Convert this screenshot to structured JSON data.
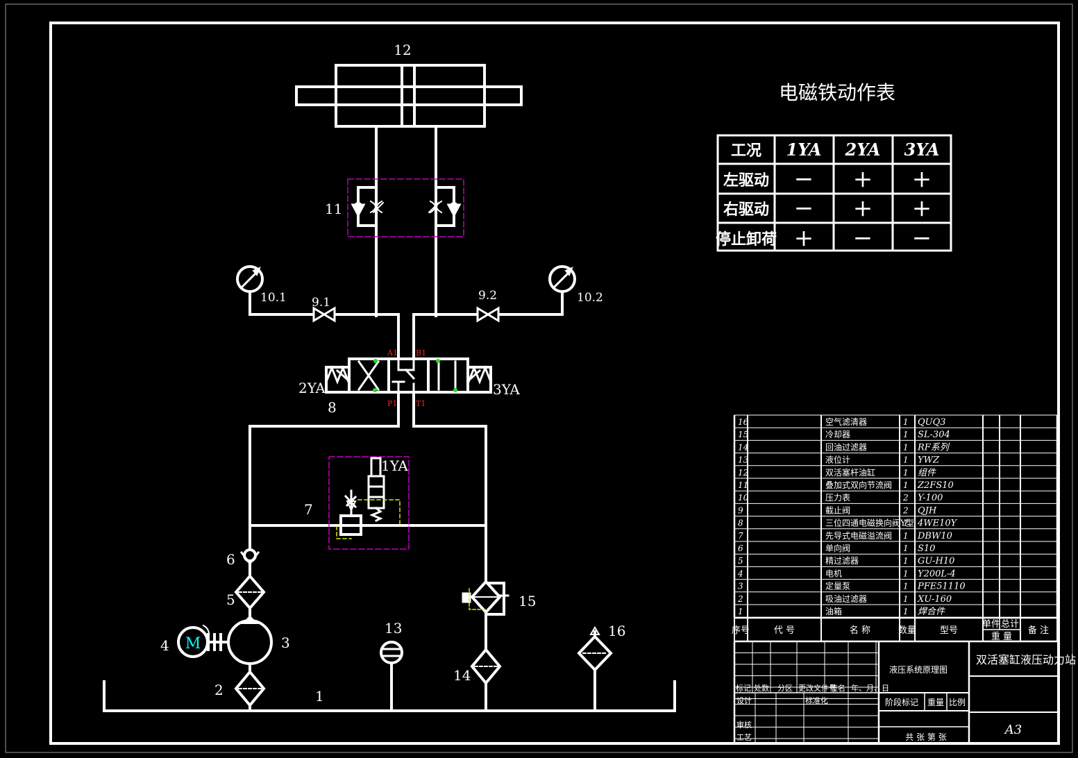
{
  "drawing": {
    "sheet_size": "A3",
    "title_block": {
      "drawing_title": "液压系统原理图",
      "product_name": "双活塞缸液压动力站",
      "headers": {
        "seq": "序号",
        "code": "代 号",
        "name": "名 称",
        "qty": "数量",
        "model": "型号",
        "unit_weight": "单件",
        "total_weight": "总计",
        "weight": "重 量",
        "remark": "备 注"
      },
      "revision_labels": [
        "标记",
        "处数",
        "分区",
        "更改文件号",
        "签名",
        "年、月、日"
      ],
      "role_labels": {
        "design": "设计",
        "standardize": "标准化",
        "review": "审核",
        "process": "工艺"
      },
      "stage_label": "阶段标记",
      "weight_label": "重量",
      "scale_label": "比例",
      "sheet_count": "共 张 第 张"
    }
  },
  "parts": [
    {
      "no": "16",
      "name": "空气滤清器",
      "qty": "1",
      "model": "QUQ3"
    },
    {
      "no": "15",
      "name": "冷却器",
      "qty": "1",
      "model": "SL-304"
    },
    {
      "no": "14",
      "name": "回油过滤器",
      "qty": "1",
      "model": "RF系列"
    },
    {
      "no": "13",
      "name": "液位计",
      "qty": "1",
      "model": "YWZ"
    },
    {
      "no": "12",
      "name": "双活塞杆油缸",
      "qty": "1",
      "model": "组件"
    },
    {
      "no": "11",
      "name": "叠加式双向节流阀",
      "qty": "1",
      "model": "Z2FS10"
    },
    {
      "no": "10",
      "name": "压力表",
      "qty": "2",
      "model": "Y-100"
    },
    {
      "no": "9",
      "name": "截止阀",
      "qty": "2",
      "model": "QJH"
    },
    {
      "no": "8",
      "name": "三位四通电磁换向阀Y型",
      "qty": "1",
      "model": "4WE10Y"
    },
    {
      "no": "7",
      "name": "先导式电磁溢流阀",
      "qty": "1",
      "model": "DBW10"
    },
    {
      "no": "6",
      "name": "单向阀",
      "qty": "1",
      "model": "S10"
    },
    {
      "no": "5",
      "name": "精过滤器",
      "qty": "1",
      "model": "GU-H10"
    },
    {
      "no": "4",
      "name": "电机",
      "qty": "1",
      "model": "Y200L-4"
    },
    {
      "no": "3",
      "name": "定量泵",
      "qty": "1",
      "model": "PFE51110"
    },
    {
      "no": "2",
      "name": "吸油过滤器",
      "qty": "1",
      "model": "XU-160"
    },
    {
      "no": "1",
      "name": "油箱",
      "qty": "1",
      "model": "焊合件"
    }
  ],
  "solenoid_table": {
    "title": "电磁铁动作表",
    "headers": [
      "工况",
      "1YA",
      "2YA",
      "3YA"
    ],
    "rows": [
      {
        "condition": "左驱动",
        "states": [
          "−",
          "+",
          "+"
        ]
      },
      {
        "condition": "右驱动",
        "states": [
          "−",
          "+",
          "+"
        ]
      },
      {
        "condition": "停止卸荷",
        "states": [
          "+",
          "−",
          "−"
        ]
      }
    ]
  },
  "schematic_labels": {
    "cylinder": "12",
    "throttle": "11",
    "gauge_left": "10.1",
    "gauge_right": "10.2",
    "valve_left": "9.1",
    "valve_right": "9.2",
    "directional_valve": "8",
    "solenoid_2": "2YA",
    "solenoid_3": "3YA",
    "port_a": "A1",
    "port_b": "B1",
    "port_p": "P1",
    "port_t": "T1",
    "relief_valve": "7",
    "solenoid_1": "1YA",
    "check_valve": "6",
    "filter_fine": "5",
    "motor_no": "4",
    "motor_letter": "M",
    "pump": "3",
    "suction_filter": "2",
    "tank": "1",
    "level_gauge": "13",
    "return_filter": "14",
    "cooler": "15",
    "air_filter": "16"
  },
  "colors": {
    "background": "#000000",
    "line": "#ffffff",
    "dashed_box": "#c000c0",
    "pilot_dash": "#e6e600",
    "port_label": "#ff2020",
    "port_dot": "#22dd22",
    "motor_letter": "#00ffff"
  }
}
